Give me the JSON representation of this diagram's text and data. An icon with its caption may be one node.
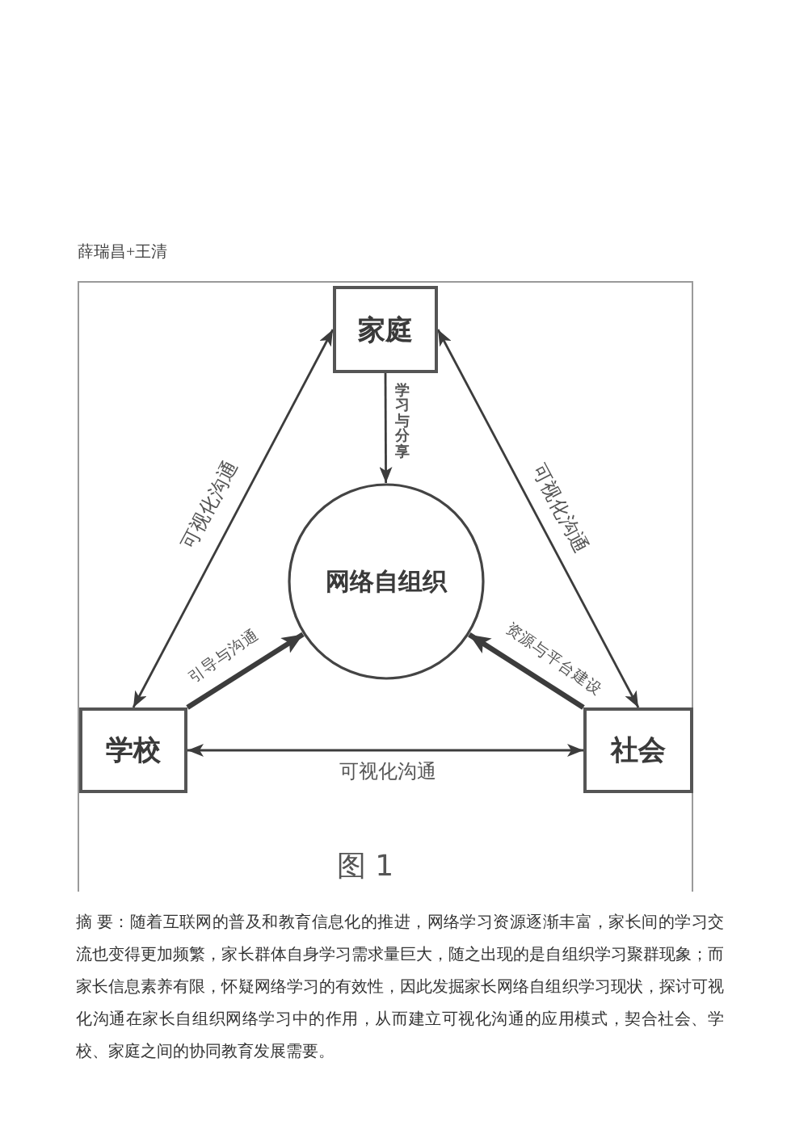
{
  "diagram": {
    "caption": "图 1",
    "nodes": [
      {
        "text": [
          "家庭"
        ]
      },
      {
        "text": [
          "网络自组织"
        ]
      },
      {
        "text": [
          "学校"
        ]
      },
      {
        "text": [
          "社会"
        ]
      }
    ],
    "edges": [
      {
        "from": 0,
        "to": 2,
        "arrow": "both",
        "label": "可视化沟通"
      },
      {
        "from": 0,
        "to": 3,
        "arrow": "both",
        "label": "可视化沟通"
      },
      {
        "from": 2,
        "to": 3,
        "arrow": "both",
        "label": "可视化沟通"
      },
      {
        "from": 0,
        "to": 1,
        "arrow": "to",
        "label": "学习与分享"
      },
      {
        "from": 2,
        "to": 1,
        "arrow": "to",
        "label": "引导与沟通",
        "style": "thick"
      },
      {
        "from": 3,
        "to": 1,
        "arrow": "to",
        "label": "资源与平台建设",
        "style": "thick"
      }
    ],
    "labels": [
      "薛瑞昌+王清",
      "摘 要：随着互联网的普及和教育信息化的推进，网络学习资源逐渐丰富，家长间的学习交流也变得更加频繁，家长群体自身学习需求量巨大，随之出现的是自组织学习聚群现象；而家长信息素养有限，怀疑网络学习的有效性，因此发掘家长网络自组织学习现状，探讨可视化沟通在家长自组织网络学习中的作用，从而建立可视化沟通的应用模式，契合社会、学校、家庭之间的协同教育发展需要。"
    ]
  }
}
